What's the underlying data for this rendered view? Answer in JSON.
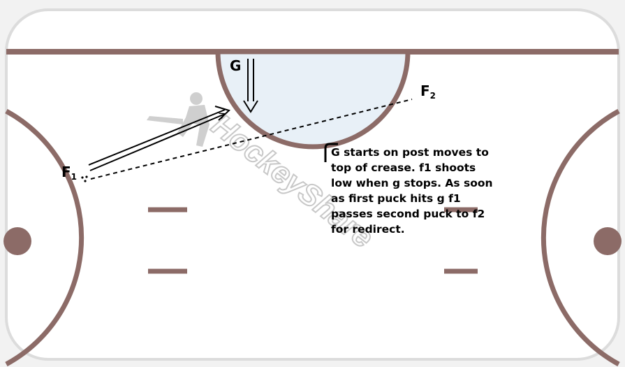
{
  "colors": {
    "rink_line": "#8c6b67",
    "crease_fill": "#e8f0f7",
    "ice": "#ffffff",
    "frame": "#e6e6e6",
    "watermark": "#b8b8b8"
  },
  "players": {
    "goalie": "G",
    "f1_letter": "F",
    "f1_sub": "1",
    "f2_letter": "F",
    "f2_sub": "2"
  },
  "watermark": {
    "text": "HockeyShare",
    "icon": "hockey-player-icon"
  },
  "drill_note": "G starts on post moves to top of crease. f1 shoots low when g stops. As soon as first puck hits g f1 passes second puck to f2 for redirect."
}
